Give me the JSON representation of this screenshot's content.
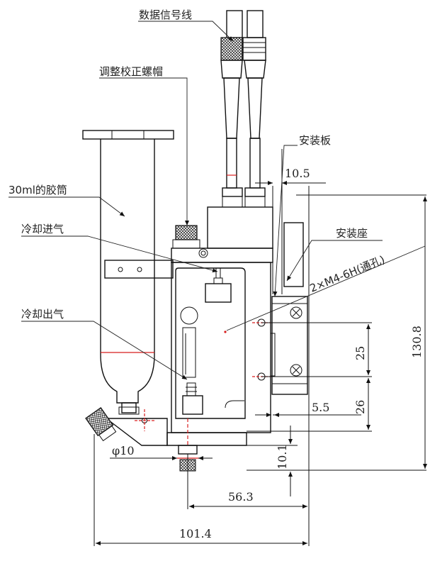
{
  "labels": {
    "data_cable": "数据信号线",
    "adjust_cap": "调整校正螺帽",
    "syringe": "30ml的胶筒",
    "cool_in": "冷却进气",
    "cool_out": "冷却出气",
    "mount_plate": "安装板",
    "mount_seat": "安装座",
    "thread_spec": "2×M4-6H(通孔)"
  },
  "dimensions": {
    "d_10_5": "10.5",
    "d_130_8": "130.8",
    "d_25": "25",
    "d_26": "26",
    "d_5_5": "5.5",
    "d_10_1": "10.1",
    "d_phi10": "φ10",
    "d_56_3": "56.3",
    "d_101_4": "101.4"
  },
  "colors": {
    "line": "#111111",
    "accent": "#d81e1e"
  }
}
